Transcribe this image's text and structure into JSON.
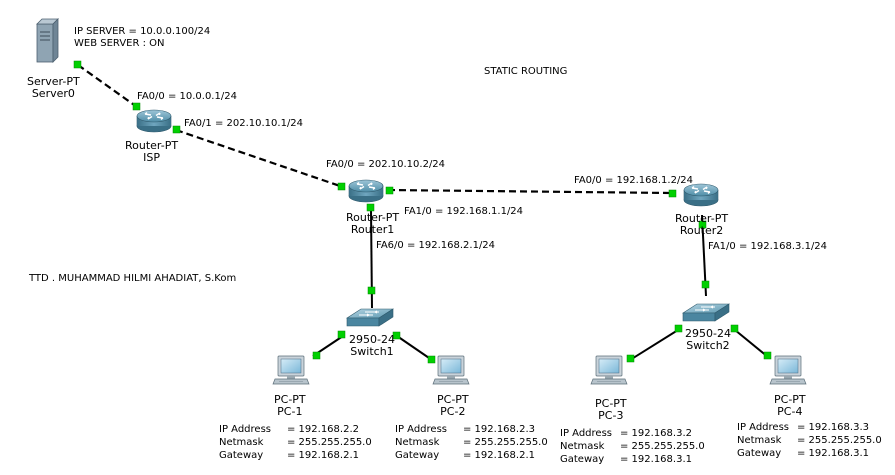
{
  "title": "STATIC ROUTING",
  "author": "TTD . MUHAMMAD HILMI AHADIAT, S.Kom",
  "colors": {
    "link": "#000000",
    "port": "#00cc00",
    "router": "#4f8ea8",
    "switch": "#5e9ab2",
    "pc": "#4a8ab0"
  },
  "server_info": {
    "line1": "IP SERVER = 10.0.0.100/24",
    "line2": "WEB SERVER : ON"
  },
  "devices": {
    "server0": {
      "model": "Server-PT",
      "name": "Server0",
      "icon": "server-icon"
    },
    "isp": {
      "model": "Router-PT",
      "name": "ISP",
      "icon": "router-icon"
    },
    "router1": {
      "model": "Router-PT",
      "name": "Router1",
      "icon": "router-icon"
    },
    "router2": {
      "model": "Router-PT",
      "name": "Router2",
      "icon": "router-icon"
    },
    "switch1": {
      "model": "2950-24",
      "name": "Switch1",
      "icon": "switch-icon"
    },
    "switch2": {
      "model": "2950-24",
      "name": "Switch2",
      "icon": "switch-icon"
    },
    "pc1": {
      "model": "PC-PT",
      "name": "PC-1",
      "icon": "pc-icon"
    },
    "pc2": {
      "model": "PC-PT",
      "name": "PC-2",
      "icon": "pc-icon"
    },
    "pc3": {
      "model": "PC-PT",
      "name": "PC-3",
      "icon": "pc-icon"
    },
    "pc4": {
      "model": "PC-PT",
      "name": "PC-4",
      "icon": "pc-icon"
    }
  },
  "interfaces": {
    "isp_fa00": "FA0/0 = 10.0.0.1/24",
    "isp_fa01": "FA0/1 = 202.10.10.1/24",
    "r1_fa00": "FA0/0 = 202.10.10.2/24",
    "r1_fa10": "FA1/0 = 192.168.1.1/24",
    "r1_fa60": "FA6/0 = 192.168.2.1/24",
    "r2_fa00": "FA0/0 = 192.168.1.2/24",
    "r2_fa10": "FA1/0 = 192.168.3.1/24"
  },
  "pc_config": {
    "labels": {
      "ip": "IP Address",
      "mask": "Netmask",
      "gw": "Gateway"
    },
    "pc1": {
      "ip": "= 192.168.2.2",
      "mask": "= 255.255.255.0",
      "gw": "= 192.168.2.1"
    },
    "pc2": {
      "ip": "= 192.168.2.3",
      "mask": "= 255.255.255.0",
      "gw": "= 192.168.2.1"
    },
    "pc3": {
      "ip": "= 192.168.3.2",
      "mask": "= 255.255.255.0",
      "gw": "= 192.168.3.1"
    },
    "pc4": {
      "ip": "= 192.168.3.3",
      "mask": "= 255.255.255.0",
      "gw": "= 192.168.3.1"
    }
  }
}
